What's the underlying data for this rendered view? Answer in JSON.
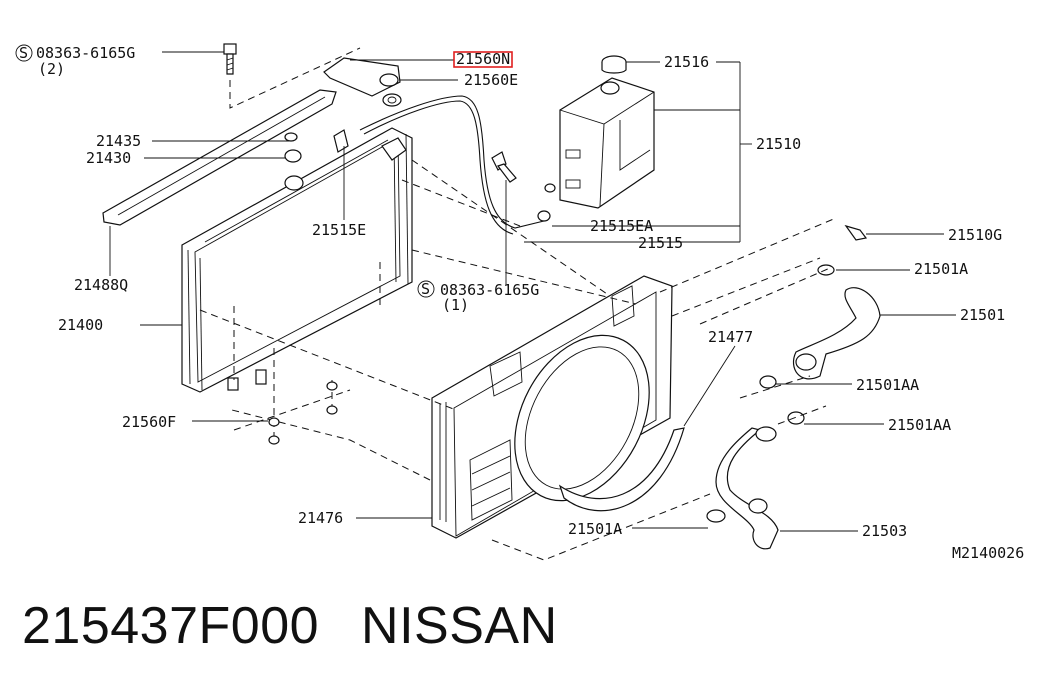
{
  "diagram": {
    "labels": {
      "bolt_top_num": "08363-6165G",
      "bolt_top_qty": "(2)",
      "p21560n": "21560N",
      "p21560e": "21560E",
      "p21516": "21516",
      "p21510": "21510",
      "p21435": "21435",
      "p21430": "21430",
      "p21515e": "21515E",
      "p21515ea": "21515EA",
      "p21515": "21515",
      "p21488q": "21488Q",
      "p21400": "21400",
      "bolt_mid_num": "08363-6165G",
      "bolt_mid_qty": "(1)",
      "p21510g": "21510G",
      "p21501a_top": "21501A",
      "p21501": "21501",
      "p21477": "21477",
      "p21501aa_1": "21501AA",
      "p21501aa_2": "21501AA",
      "p21560f": "21560F",
      "p21476": "21476",
      "p21501a_bottom": "21501A",
      "p21503": "21503",
      "drawing_code": "M2140026"
    },
    "highlighted_part": "21560N",
    "highlight_color": "#e02020"
  },
  "caption": {
    "part_number": "215437F000",
    "brand": "NISSAN"
  }
}
